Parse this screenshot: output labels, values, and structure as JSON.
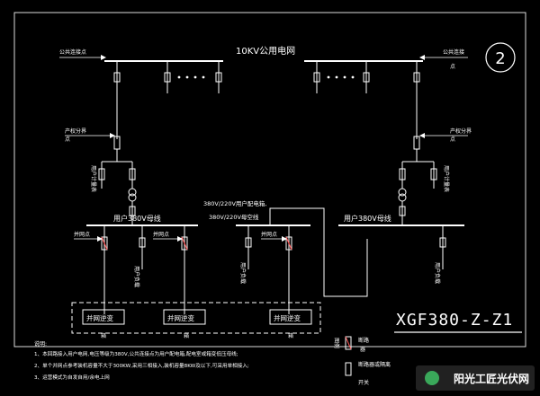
{
  "header": {
    "grid_title": "10KV公用电网",
    "sheet_number": "2"
  },
  "labels": {
    "left_connection": "公共连接点",
    "right_connection_line1": "公共连接",
    "right_connection_line2": "点",
    "left_property_line1": "产权分界",
    "left_property_line2": "点",
    "right_property_line1": "产权分界",
    "right_property_line2": "点",
    "left_meter_vertical": "用户计量表",
    "right_meter_vertical": "用户计量表",
    "left_bus": "用户380V母线",
    "right_bus": "用户380V母线",
    "center_note_line1": "380V/220V用户配电箱,",
    "center_note_line2": "380V/220V母空线",
    "grid_point_1": "并网点",
    "grid_point_2": "并网点",
    "grid_point_3": "并网点",
    "load_1": "用户负载",
    "load_2": "用户负载",
    "load_3": "用户负载",
    "inverter_1": "并网逆变",
    "inverter_2": "并网逆变",
    "inverter_3": "并网逆变",
    "source_1": "箱",
    "source_2": "箱",
    "source_3": "箱",
    "drawing_code": "XGF380-Z-Z1"
  },
  "notes": {
    "title": "说明:",
    "line1": "1、本回路接入用户电网,电压等级为380V,公共连接点为用户配电箱,配电室或箱变低压母线;",
    "line2": "2、单个并网点参考装机容量不大于300KW,采用三相接入,装机容量8KW及以下,可采用单相接入;",
    "line3": "3、运营模式为自发自用/余电上网"
  },
  "legend": {
    "title": "图例",
    "item1_line1": "断路",
    "item1_line2": "器",
    "item2_line1": "断路器或隔离",
    "item3_label": "开关"
  },
  "watermark": {
    "text": "阳光工匠光伏网"
  },
  "colors": {
    "background": "#000000",
    "lines": "#ffffff",
    "breaker_red": "#ff5a5a",
    "breaker_green": "#3cff3c",
    "watermark_green": "#3aa85a"
  }
}
